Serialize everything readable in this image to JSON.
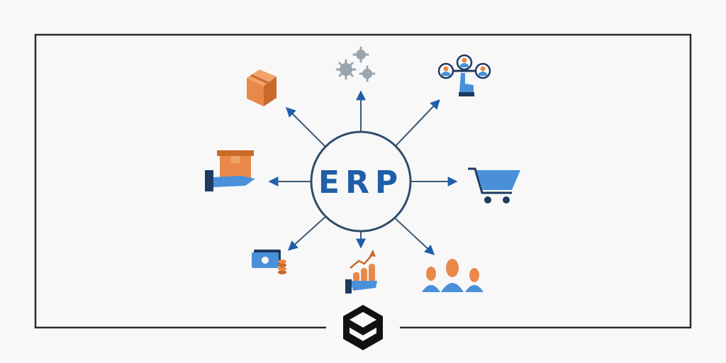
{
  "diagram": {
    "hub": {
      "label": "ERP"
    },
    "spokes": [
      {
        "id": "inventory",
        "icon": "package-box-icon"
      },
      {
        "id": "manufacturing",
        "icon": "gears-icon"
      },
      {
        "id": "crm",
        "icon": "network-people-icon"
      },
      {
        "id": "sales",
        "icon": "shopping-cart-icon"
      },
      {
        "id": "workforce",
        "icon": "people-group-icon"
      },
      {
        "id": "revenue",
        "icon": "growth-chart-hand-icon"
      },
      {
        "id": "finance",
        "icon": "cash-coins-icon"
      },
      {
        "id": "supply",
        "icon": "hand-box-icon"
      }
    ]
  },
  "colors": {
    "background": "#f8f8f8",
    "frame": "#2b2b2b",
    "hub_text": "#1f5ea8",
    "spoke": "#3d5a78",
    "arrow": "#1f5ea8",
    "orange": "#e8894a",
    "orange_dark": "#c96a2a",
    "blue": "#4a90d9",
    "navy": "#1e3a5f",
    "gray": "#9aa4ad"
  },
  "logo": {
    "icon": "hexagon-logo-icon"
  }
}
